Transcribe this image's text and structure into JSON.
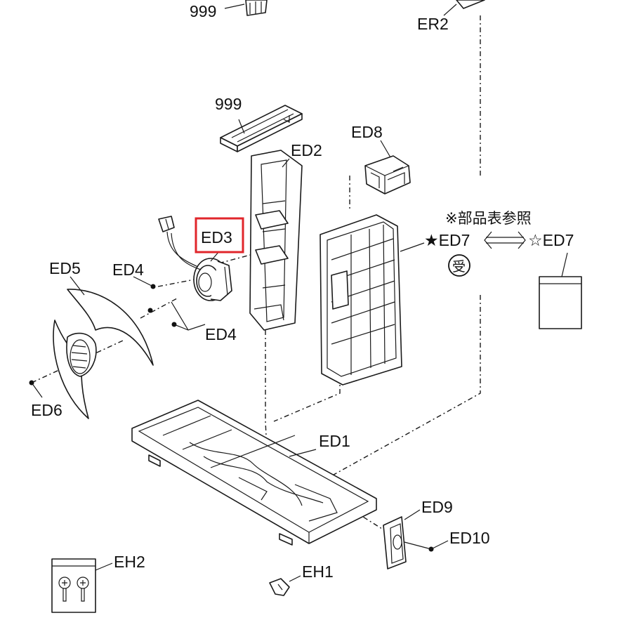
{
  "labels": {
    "top_999": "999",
    "er2": "ER2",
    "bracket_999": "999",
    "ed8": "ED8",
    "ed2": "ED2",
    "ed3": "ED3",
    "ed5": "ED5",
    "ed4_top": "ED4",
    "ed4_bottom": "ED4",
    "ed6": "ED6",
    "ed1": "ED1",
    "ed9": "ED9",
    "ed10": "ED10",
    "eh1": "EH1",
    "eh2": "EH2",
    "note_ref": "※部品表参照",
    "ed7_pair_left": "★ED7",
    "ed7_pair_right": "☆ED7",
    "order_mark": "受"
  },
  "highlight": {
    "target": "ED3",
    "color": "#e0262b"
  }
}
